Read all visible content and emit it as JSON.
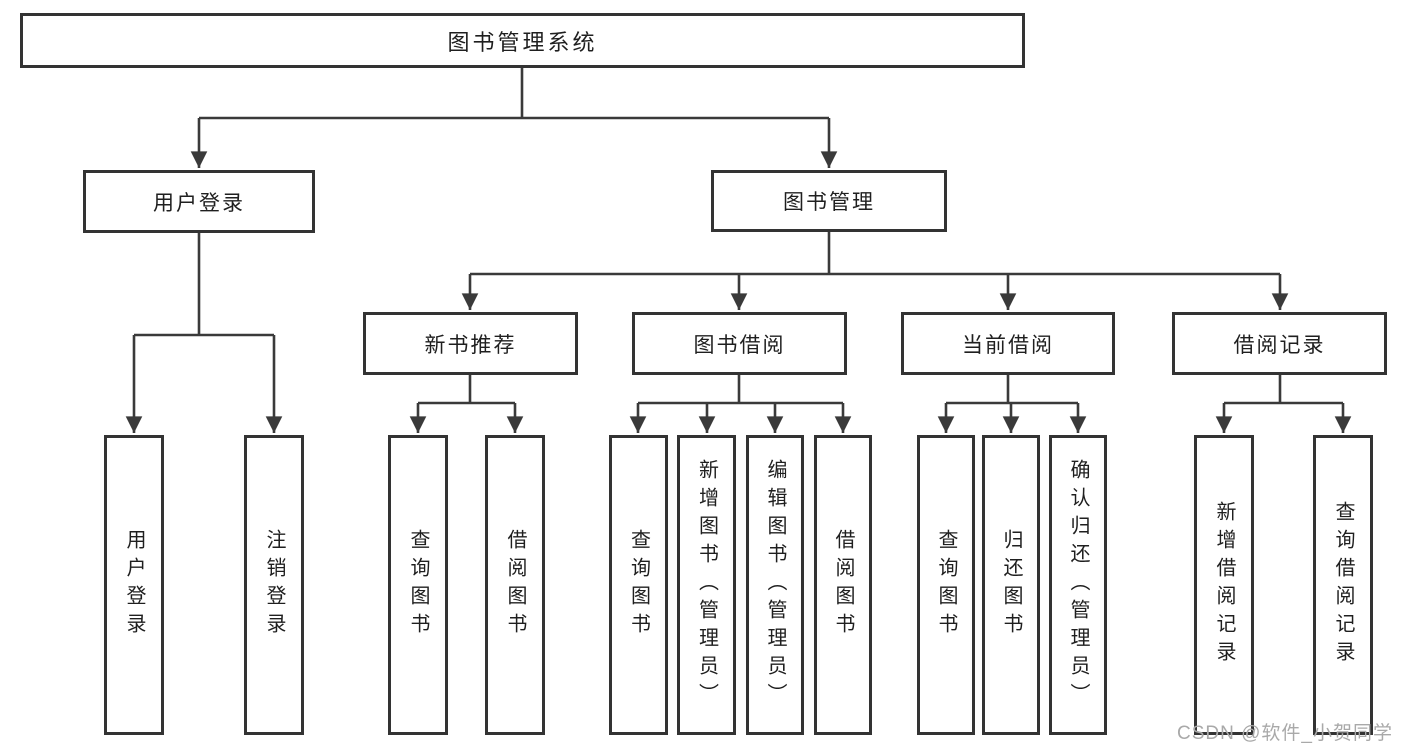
{
  "diagram": {
    "title": "图书管理系统",
    "branches": [
      {
        "label": "用户登录",
        "children": [
          {
            "label": "用户登录"
          },
          {
            "label": "注销登录"
          }
        ]
      },
      {
        "label": "图书管理",
        "sections": [
          {
            "label": "新书推荐",
            "children": [
              {
                "label": "查询图书"
              },
              {
                "label": "借阅图书"
              }
            ]
          },
          {
            "label": "图书借阅",
            "children": [
              {
                "label": "查询图书"
              },
              {
                "label": "新增图书（管理员）"
              },
              {
                "label": "编辑图书（管理员）"
              },
              {
                "label": "借阅图书"
              }
            ]
          },
          {
            "label": "当前借阅",
            "children": [
              {
                "label": "查询图书"
              },
              {
                "label": "归还图书"
              },
              {
                "label": "确认归还（管理员）"
              }
            ]
          },
          {
            "label": "借阅记录",
            "children": [
              {
                "label": "新增借阅记录"
              },
              {
                "label": "查询借阅记录"
              }
            ]
          }
        ]
      }
    ]
  },
  "watermark": {
    "text": "CSDN @软件_小贺同学"
  },
  "colors": {
    "line": "#3a3a3a",
    "border": "#333333",
    "text": "#1f1f1f",
    "background": "#ffffff",
    "watermark": "#a9a9a9"
  }
}
